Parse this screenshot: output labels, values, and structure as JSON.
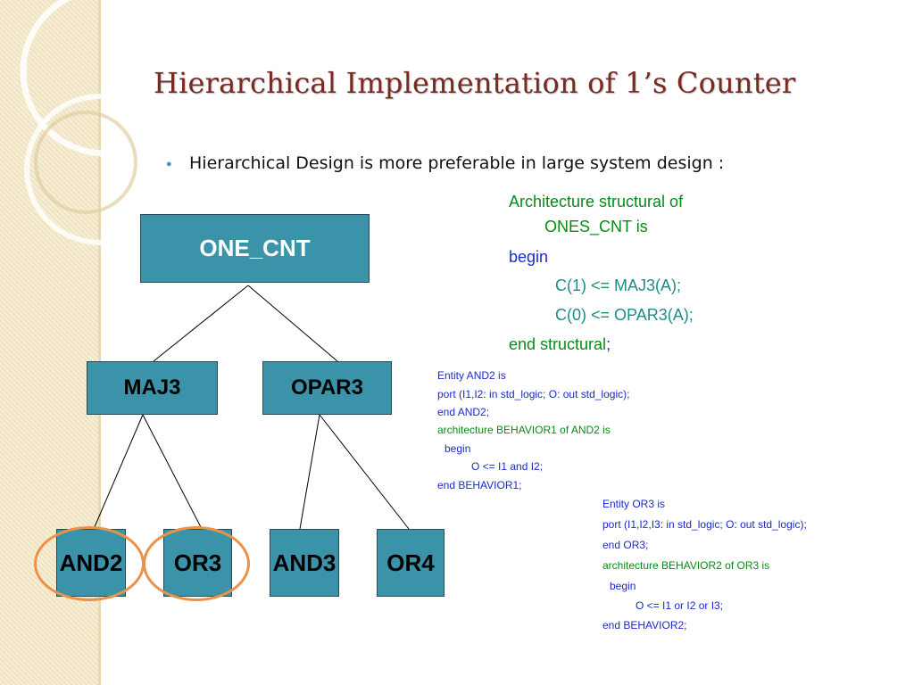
{
  "slide": {
    "title": "Hierarchical Implementation of 1’s Counter",
    "bullet_glyph": "●",
    "bullet": "Hierarchical Design is more preferable in large system design :"
  },
  "tree": {
    "root": "ONE_CNT",
    "mid": [
      "MAJ3",
      "OPAR3"
    ],
    "leaves": [
      "AND2",
      "OR3",
      "AND3",
      "OR4"
    ],
    "highlighted_leaves": [
      "AND2",
      "OR3"
    ],
    "node_color": "#3a93a8",
    "highlight_color": "#e9934a"
  },
  "architecture_code": {
    "line1": "Architecture structural of",
    "line2": "ONES_CNT is",
    "begin": "begin",
    "stmt1": "C(1) <= MAJ3(A);",
    "stmt2": "C(0) <= OPAR3(A);",
    "end": "end structural",
    "end_semicolon": ";"
  },
  "and2_code": {
    "l1": "Entity AND2 is",
    "l2": "port (I1,I2: in std_logic; O: out std_logic);",
    "l3": "end AND2;",
    "l4": "architecture BEHAVIOR1 of AND2 is",
    "l5": "begin",
    "l6": "O <= I1 and I2;",
    "l7": "end BEHAVIOR1;"
  },
  "or3_code": {
    "l1": "Entity OR3 is",
    "l2": "port (I1,I2,I3: in std_logic; O: out std_logic);",
    "l3": "end OR3;",
    "l4": "architecture BEHAVIOR2 of OR3 is",
    "l5": "begin",
    "l6": "O <= I1 or I2 or I3;",
    "l7": "end BEHAVIOR2;"
  }
}
